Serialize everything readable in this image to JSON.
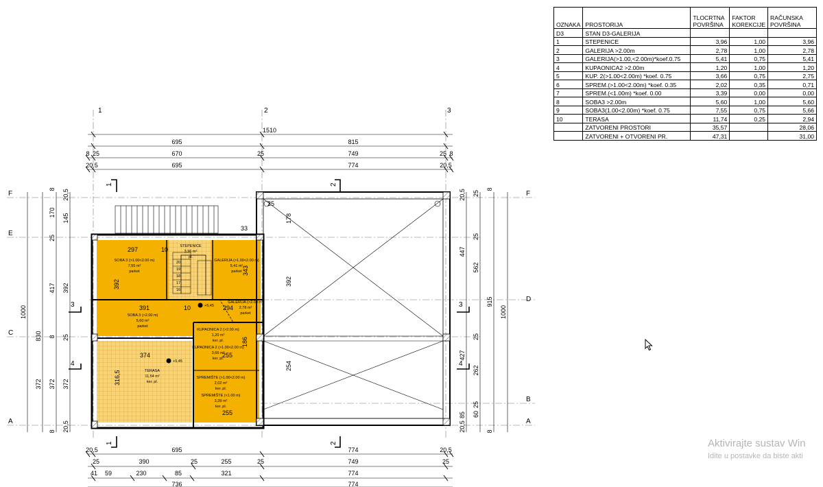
{
  "table": {
    "headers": [
      "OZNAKA",
      "PROSTORIJA",
      "TLOCRTNA POVRŠINA",
      "FAKTOR KOREKCIJE",
      "RAČUNSKA POVRŠINA"
    ],
    "section_code": "D3",
    "section_name": "STAN D3-GALERIJA",
    "rows": [
      {
        "id": "1",
        "name": "STEPENICE",
        "area": "3,96",
        "factor": "1,00",
        "calc": "3,96"
      },
      {
        "id": "2",
        "name": "GALERIJA >2.00m",
        "area": "2,78",
        "factor": "1,00",
        "calc": "2,78"
      },
      {
        "id": "3",
        "name": "GALERIJA(>1.00,<2.00m)*koef.0.75",
        "area": "5,41",
        "factor": "0,75",
        "calc": "5,41"
      },
      {
        "id": "4",
        "name": "KUPAONICA2 >2.00m",
        "area": "1,20",
        "factor": "1,00",
        "calc": "1,20"
      },
      {
        "id": "5",
        "name": "KUP. 2(>1.00<2.00m) *koef. 0.75",
        "area": "3,66",
        "factor": "0,75",
        "calc": "2,75"
      },
      {
        "id": "6",
        "name": "SPREM.(>1.00<2.00m) *koef. 0.35",
        "area": "2,02",
        "factor": "0,35",
        "calc": "0,71"
      },
      {
        "id": "7",
        "name": "SPREM.(<1.00m) *koef. 0.00",
        "area": "3,39",
        "factor": "0,00",
        "calc": "0,00"
      },
      {
        "id": "8",
        "name": "SOBA3 >2.00m",
        "area": "5,60",
        "factor": "1,00",
        "calc": "5,60"
      },
      {
        "id": "9",
        "name": "SOBA3(1.00<2.00m) *koef. 0.75",
        "area": "7,55",
        "factor": "0,75",
        "calc": "5,66"
      },
      {
        "id": "10",
        "name": "TERASA",
        "area": "11,74",
        "factor": "0,25",
        "calc": "2,94"
      }
    ],
    "totals": [
      {
        "name": "ZATVORENI PROSTORI",
        "area": "35,57",
        "calc": "28,06"
      },
      {
        "name": "ZATVORENI + OTVORENI PR.",
        "area": "47,31",
        "calc": "31,00"
      }
    ]
  },
  "plan": {
    "axis_cols": [
      "1",
      "2",
      "3"
    ],
    "axis_rows": [
      "F",
      "E",
      "D",
      "C",
      "B",
      "A"
    ],
    "section_marks": [
      "1",
      "2",
      "3",
      "4"
    ],
    "top_dims": {
      "total": "1510",
      "row1": [
        "695",
        "815"
      ],
      "row2": [
        "8",
        "25",
        "670",
        "25",
        "749",
        "25",
        "8"
      ],
      "row3": [
        "20,5",
        "695",
        "774",
        "20,5"
      ]
    },
    "bottom_dims": {
      "row1": [
        "20,5",
        "695",
        "774",
        "20,5"
      ],
      "row2": [
        "25",
        "390",
        "25",
        "255",
        "25",
        "749",
        "25"
      ],
      "row3": [
        "41",
        "59",
        "230",
        "85",
        "321",
        "774"
      ],
      "row4": [
        "736",
        "774"
      ]
    },
    "left_dims": {
      "outer": "1000",
      "mid": [
        "830",
        "372"
      ],
      "inner": [
        "170",
        "417",
        "372"
      ],
      "innermost": [
        "145",
        "392",
        "372"
      ],
      "small": [
        "8",
        "20,5",
        "25",
        "8",
        "25",
        "20,5",
        "8"
      ]
    },
    "right_dims": {
      "outer": "1000",
      "mid": [
        "915"
      ],
      "inner": [
        "447",
        "427"
      ],
      "innermost": [
        "562",
        "262",
        "60",
        "85"
      ],
      "small": [
        "20,5",
        "25",
        "8",
        "25",
        "25",
        "20,5",
        "25",
        "8"
      ]
    },
    "inner_dims": [
      "297",
      "10",
      "391",
      "10",
      "294",
      "374",
      "255",
      "255",
      "392",
      "343",
      "33",
      "25",
      "178",
      "392",
      "254",
      "316,5",
      "186"
    ],
    "rooms": [
      {
        "l1": "SOBA 3 (>1.00<2.00 m)",
        "l2": "7,55 m²",
        "l3": "parket"
      },
      {
        "l1": "STEPENICE",
        "l2": "3,96 m²",
        "l3": "pl."
      },
      {
        "l1": "GALERIJA (>1.00<2.00 m)",
        "l2": "5,41 m²",
        "l3": "parket"
      },
      {
        "l1": "SOBA 3 (>2.00 m)",
        "l2": "5,60 m²",
        "l3": "parket"
      },
      {
        "l1": "GALERIJA (>2.00 m)",
        "l2": "2,78 m²",
        "l3": "parket"
      },
      {
        "l1": "KUPAONICA 2 (>2.00 m)",
        "l2": "1,20 m²",
        "l3": "ker. pl."
      },
      {
        "l1": "KUPAONICA 2 (>1.00<2.00 m)",
        "l2": "3,66 m²",
        "l3": "ker. pl."
      },
      {
        "l1": "TERASA",
        "l2": "11,54 m²",
        "l3": "ker. pl."
      },
      {
        "l1": "SPREMIŠTE (>1.00<2.00 m)",
        "l2": "2,02 m²",
        "l3": "ker. pl."
      },
      {
        "l1": "SPREMIŠTE (<1.00 m)",
        "l2": "3,39 m²",
        "l3": "ker. pl."
      }
    ],
    "levels": [
      "+5,45",
      "+5,45"
    ],
    "stair_steps": [
      "16",
      "17",
      "18",
      "19",
      "20"
    ]
  },
  "watermark": {
    "line1": "Aktivirajte sustav Win",
    "line2": "Idite u postavke da biste akti"
  },
  "colors": {
    "room_fill": "#f5b100",
    "terrace_fill": "#f7d47a",
    "hatch": "#c98a00"
  }
}
